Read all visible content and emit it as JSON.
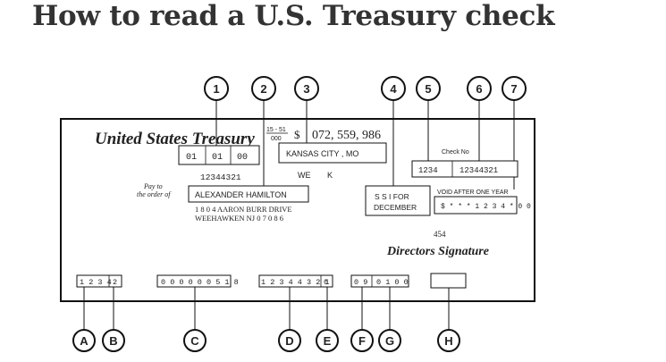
{
  "page_title": "How to read a U.S. Treasury check",
  "check": {
    "issuer": "United States Treasury",
    "routing_fraction_top": "15 - 51",
    "routing_fraction_bottom": "000",
    "dollar_sign": "$",
    "amount_line": "072, 559, 986",
    "date_boxes": [
      "01",
      "01",
      "00"
    ],
    "check_symbol_number": "12344321",
    "we_text": "WE",
    "k_text": "K",
    "location": "KANSAS  CITY ,  MO",
    "pay_to_line1": "Pay to",
    "pay_to_line2": "the order of",
    "payee_name": "ALEXANDER  HAMILTON",
    "address_line1": "1 8 0 4   AARON   BURR DRIVE",
    "address_line2": "WEEHAWKEN   NJ   0 7 0 8 6",
    "check_no_label": "Check No",
    "check_no_left": "1234",
    "check_no_right": "12344321",
    "payment_type_line1": "S S I   FOR",
    "payment_type_line2": "DECEMBER",
    "void_text": "VOID AFTER ONE YEAR",
    "amount_box": "$ * * * 1 2 3 4 * 0 0",
    "signature_number": "454",
    "signature_label": "Directors Signature",
    "micr_ab": [
      "1 2 3 4",
      "2"
    ],
    "micr_c": "0 0 0 0 0 0 5 1 8",
    "micr_de": [
      "1 2 3 4 4 3 2 1",
      "0"
    ],
    "micr_fg": [
      "0 9",
      "0 1 0 0"
    ]
  },
  "callouts_top": [
    "1",
    "2",
    "3",
    "4",
    "5",
    "6",
    "7"
  ],
  "callouts_bottom": [
    "A",
    "B",
    "C",
    "D",
    "E",
    "F",
    "G",
    "H"
  ]
}
